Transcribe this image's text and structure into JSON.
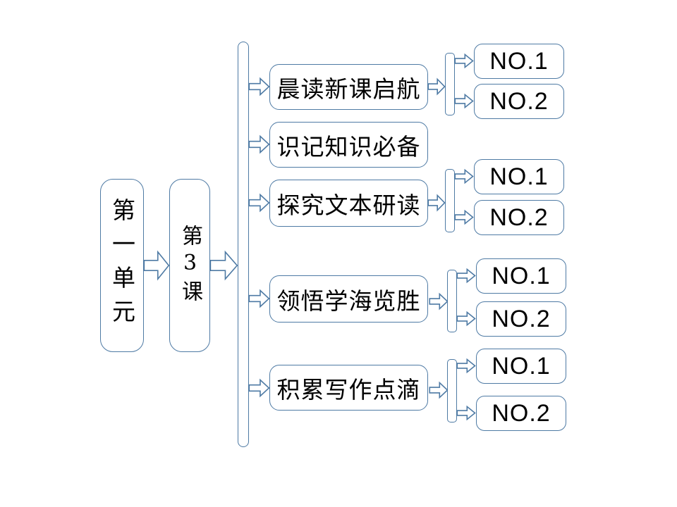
{
  "diagram": {
    "title_hint": "lesson navigation flow diagram",
    "colors": {
      "outline": "#4e7aa4",
      "box_fill": "#ffffff",
      "background": "#ffffff",
      "text": "#000000"
    },
    "root": {
      "label": "第一单元"
    },
    "lesson": {
      "label": "第3课"
    },
    "branches": [
      {
        "label": "晨读新课启航",
        "children": [
          "NO.1",
          "NO.2"
        ]
      },
      {
        "label": "识记知识必备",
        "children": []
      },
      {
        "label": "探究文本研读",
        "children": [
          "NO.1",
          "NO.2"
        ]
      },
      {
        "label": "领悟学海览胜",
        "children": [
          "NO.1",
          "NO.2"
        ]
      },
      {
        "label": "积累写作点滴",
        "children": [
          "NO.1",
          "NO.2"
        ]
      }
    ]
  }
}
